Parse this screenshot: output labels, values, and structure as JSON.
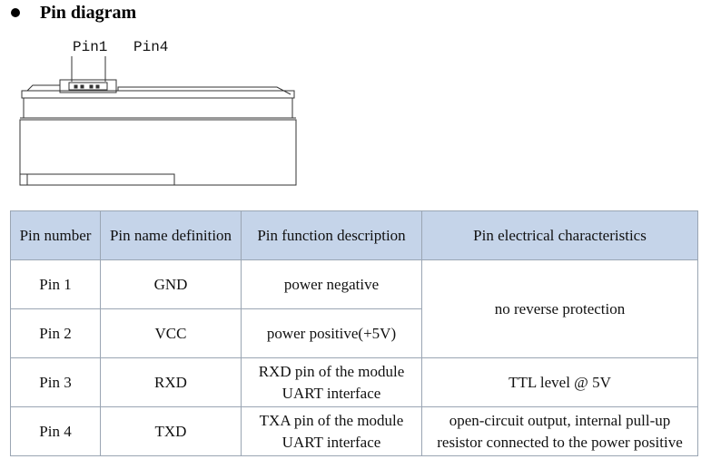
{
  "heading": {
    "title": "Pin diagram"
  },
  "diagram": {
    "pin_left_label": "Pin1",
    "pin_right_label": "Pin4"
  },
  "table": {
    "headers": [
      "Pin number",
      "Pin name definition",
      "Pin function description",
      "Pin electrical characteristics"
    ],
    "rows": [
      {
        "pin": "Pin 1",
        "name": "GND",
        "function": [
          "power negative"
        ]
      },
      {
        "pin": "Pin 2",
        "name": "VCC",
        "function": [
          "power positive(+5V)"
        ]
      },
      {
        "pin": "Pin 3",
        "name": "RXD",
        "function": [
          "RXD pin of the module",
          "UART interface"
        ]
      },
      {
        "pin": "Pin 4",
        "name": "TXD",
        "function": [
          "TXA pin of the module",
          "UART interface"
        ]
      }
    ],
    "electrical": {
      "pins_1_2": [
        "no reverse protection"
      ],
      "pin_3": [
        "TTL level @ 5V"
      ],
      "pin_4": [
        "open-circuit output, internal pull-up",
        "resistor connected to the power positive"
      ]
    },
    "colors": {
      "header_bg": "#c5d4e9",
      "border": "#9aa5b3"
    }
  }
}
